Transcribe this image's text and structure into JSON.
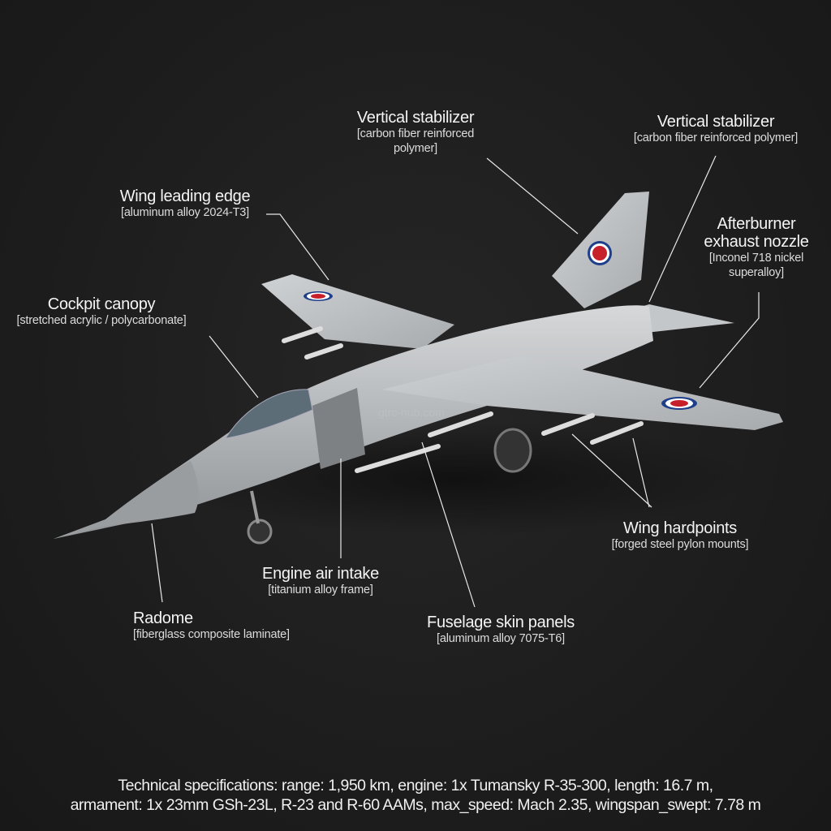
{
  "labels": [
    {
      "id": "vstab1",
      "title": "Vertical stabilizer",
      "material": [
        "[carbon fiber reinforced",
        "polymer]"
      ]
    },
    {
      "id": "vstab2",
      "title": "Vertical stabilizer",
      "material": [
        "[carbon fiber reinforced polymer]"
      ]
    },
    {
      "id": "wing_le",
      "title": "Wing leading edge",
      "material": [
        "[aluminum alloy 2024-T3]"
      ]
    },
    {
      "id": "afterburner",
      "title": [
        "Afterburner",
        "exhaust nozzle"
      ],
      "material": [
        "[Inconel 718 nickel",
        "superalloy]"
      ]
    },
    {
      "id": "canopy",
      "title": "Cockpit canopy",
      "material": [
        "[stretched acrylic / polycarbonate]"
      ]
    },
    {
      "id": "hardpoints",
      "title": "Wing hardpoints",
      "material": [
        "[forged steel pylon mounts]"
      ]
    },
    {
      "id": "intake",
      "title": "Engine air intake",
      "material": [
        "[titanium alloy frame]"
      ]
    },
    {
      "id": "radome",
      "title": "Radome",
      "material": [
        "[fiberglass composite laminate]"
      ]
    },
    {
      "id": "skin",
      "title": "Fuselage skin panels",
      "material": [
        "[aluminum alloy 7075-T6]"
      ]
    }
  ],
  "watermark": "gtrc-hub.com",
  "specs": {
    "line1": "Technical specifications: range: 1,950 km, engine: 1x Tumansky R-35-300, length: 16.7 m,",
    "line2": "armament: 1x 23mm GSh-23L, R-23 and R-60 AAMs, max_speed: Mach 2.35, wingspan_swept: 7.78 m"
  },
  "colors": {
    "background": "#1c1c1c",
    "text": "#f2f2f2",
    "roundel_red": "#c8202a",
    "roundel_blue": "#1f3f8a",
    "airframe": "#b9bcbf"
  }
}
